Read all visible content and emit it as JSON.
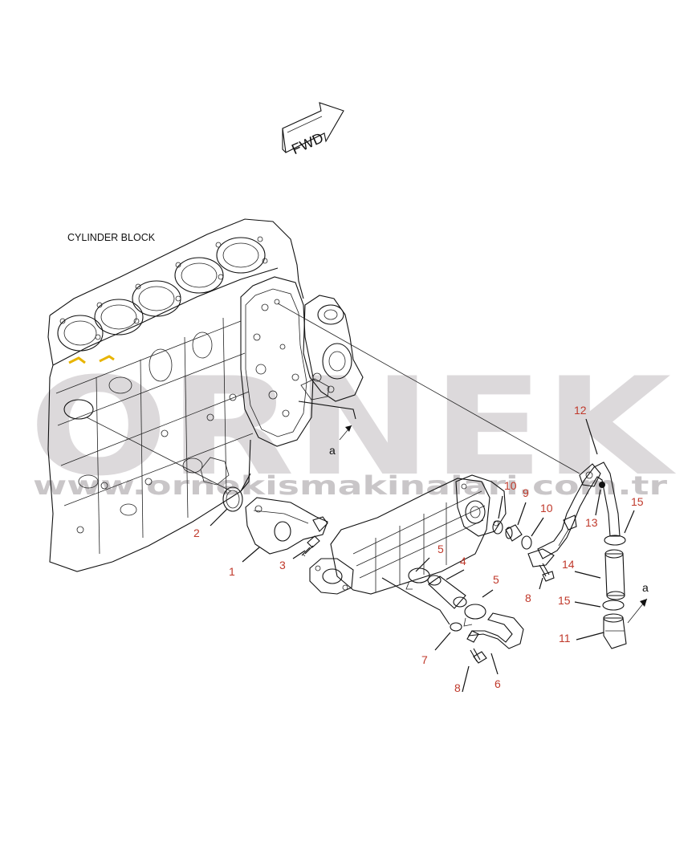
{
  "labels": {
    "block": "CYLINDER BLOCK",
    "fwd": "FWD",
    "ref_a_upper": "a",
    "ref_a_lower": "a"
  },
  "watermark": {
    "brand": "ORNEK",
    "url": "www.ornekismakinalari.com.tr",
    "color": "#d9d6d8"
  },
  "callouts": {
    "c1": "1",
    "c2": "2",
    "c3": "3",
    "c4": "4",
    "c5a": "5",
    "c5b": "5",
    "c6": "6",
    "c7": "7",
    "c8a": "8",
    "c8b": "8",
    "c9": "9",
    "c10a": "10",
    "c10b": "10",
    "c11": "11",
    "c12": "12",
    "c13": "13",
    "c14": "14",
    "c15a": "15",
    "c15b": "15"
  },
  "colors": {
    "callout": "#c0392b",
    "line": "#111111",
    "highlight": "#e8b400"
  }
}
